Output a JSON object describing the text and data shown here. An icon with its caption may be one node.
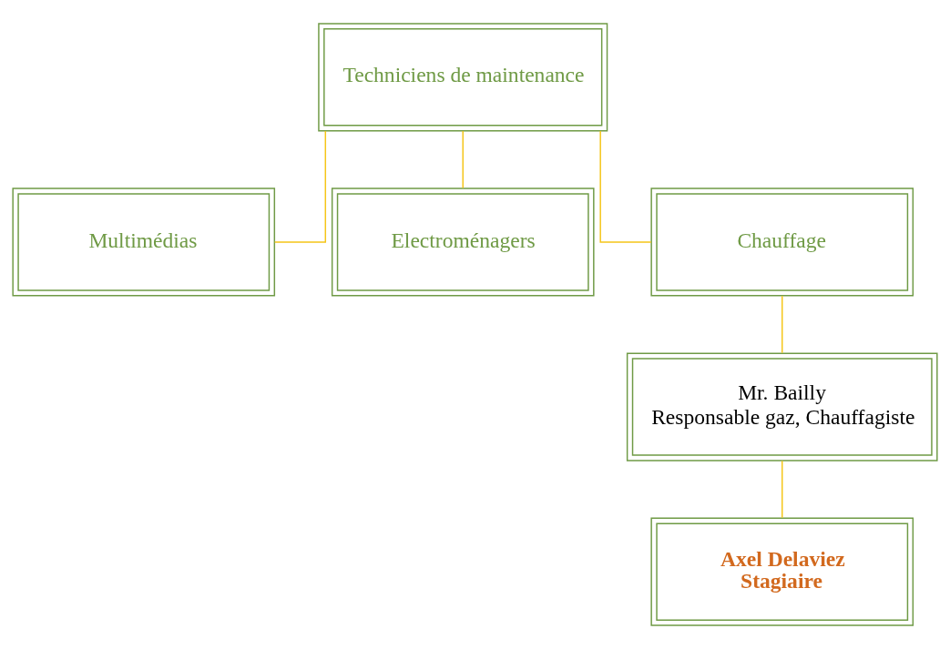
{
  "diagram": {
    "nodes": [
      {
        "text": [
          "Techniciens de maintenance"
        ]
      },
      {
        "text": [
          "Multimédias"
        ]
      },
      {
        "text": [
          "Electroménagers"
        ]
      },
      {
        "text": [
          "Chauffage"
        ]
      },
      {
        "text": [
          "Mr. Bailly",
          "Responsable gaz, Chauffagiste"
        ]
      },
      {
        "text": [
          "Axel Delaviez",
          "Stagiaire"
        ]
      }
    ],
    "edges": [
      {
        "from": 0,
        "to": 1,
        "arrow": "none"
      },
      {
        "from": 0,
        "to": 2,
        "arrow": "none"
      },
      {
        "from": 0,
        "to": 3,
        "arrow": "none"
      },
      {
        "from": 3,
        "to": 4,
        "arrow": "none"
      },
      {
        "from": 4,
        "to": 5,
        "arrow": "none"
      }
    ]
  }
}
